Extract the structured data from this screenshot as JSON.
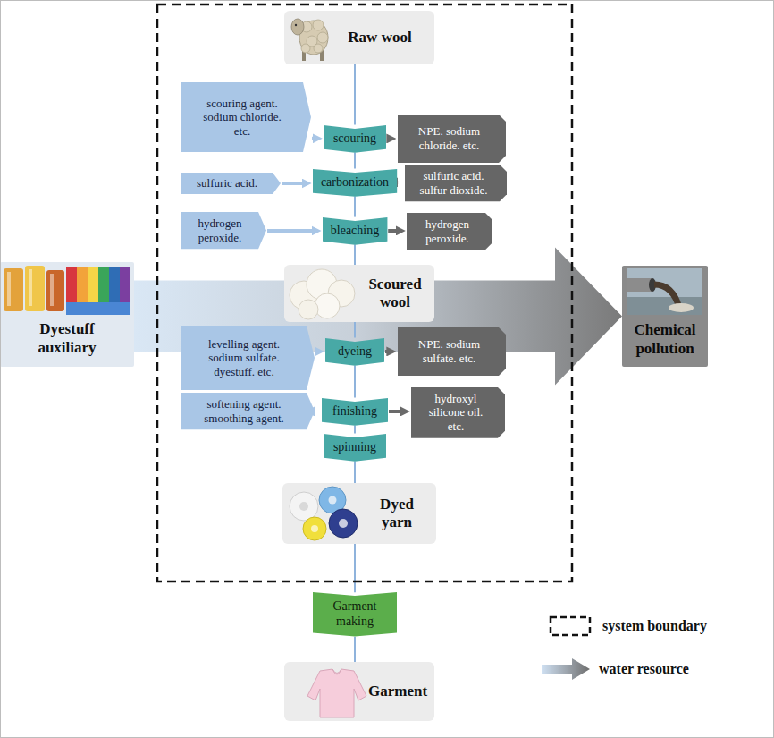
{
  "diagram": {
    "nodes": [
      {
        "text": [
          "Raw wool"
        ]
      },
      {
        "text": [
          "scouring agent. sodium chloride. etc."
        ]
      },
      {
        "text": [
          "scouring"
        ]
      },
      {
        "text": [
          "NPE. sodium chloride. etc."
        ]
      },
      {
        "text": [
          "sulfuric acid."
        ]
      },
      {
        "text": [
          "carbonization"
        ]
      },
      {
        "text": [
          "sulfuric acid. sulfur dioxide."
        ]
      },
      {
        "text": [
          "hydrogen peroxide."
        ]
      },
      {
        "text": [
          "bleaching"
        ]
      },
      {
        "text": [
          "hydrogen peroxide."
        ]
      },
      {
        "text": [
          "Dyestuff auxiliary"
        ]
      },
      {
        "text": [
          "Scoured wool"
        ]
      },
      {
        "text": [
          "Chemical pollution"
        ]
      },
      {
        "text": [
          "levelling agent. sodium sulfate. dyestuff. etc."
        ]
      },
      {
        "text": [
          "dyeing"
        ]
      },
      {
        "text": [
          "NPE. sodium sulfate. etc."
        ]
      },
      {
        "text": [
          "softening agent. smoothing agent."
        ]
      },
      {
        "text": [
          "finishing"
        ]
      },
      {
        "text": [
          "hydroxyl silicone oil. etc."
        ]
      },
      {
        "text": [
          "spinning"
        ]
      },
      {
        "text": [
          "Dyed yarn"
        ]
      },
      {
        "text": [
          "Garment making"
        ]
      },
      {
        "text": [
          "Garment"
        ]
      }
    ],
    "edges": [
      {
        "from": 0,
        "to": 2,
        "arrow": "none"
      },
      {
        "from": 1,
        "to": 2,
        "arrow": "to"
      },
      {
        "from": 2,
        "to": 3,
        "arrow": "to"
      },
      {
        "from": 2,
        "to": 5,
        "arrow": "none"
      },
      {
        "from": 4,
        "to": 5,
        "arrow": "to"
      },
      {
        "from": 5,
        "to": 6,
        "arrow": "to"
      },
      {
        "from": 5,
        "to": 8,
        "arrow": "none"
      },
      {
        "from": 7,
        "to": 8,
        "arrow": "to"
      },
      {
        "from": 8,
        "to": 9,
        "arrow": "to"
      },
      {
        "from": 8,
        "to": 11,
        "arrow": "none"
      },
      {
        "from": 10,
        "to": 12,
        "arrow": "to"
      },
      {
        "from": 11,
        "to": 14,
        "arrow": "none"
      },
      {
        "from": 13,
        "to": 14,
        "arrow": "to"
      },
      {
        "from": 14,
        "to": 15,
        "arrow": "to"
      },
      {
        "from": 14,
        "to": 17,
        "arrow": "none"
      },
      {
        "from": 16,
        "to": 17,
        "arrow": "to"
      },
      {
        "from": 17,
        "to": 18,
        "arrow": "to"
      },
      {
        "from": 17,
        "to": 19,
        "arrow": "none"
      },
      {
        "from": 19,
        "to": 20,
        "arrow": "none"
      },
      {
        "from": 20,
        "to": 21,
        "arrow": "none"
      },
      {
        "from": 21,
        "to": 22,
        "arrow": "none"
      }
    ],
    "legend": [
      {
        "text": "system boundary"
      },
      {
        "text": "water resource"
      }
    ]
  }
}
